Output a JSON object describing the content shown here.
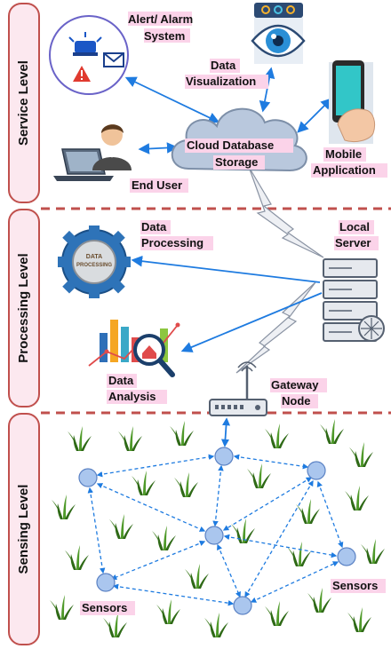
{
  "levels": {
    "service": "Service Level",
    "processing": "Processing Level",
    "sensing": "Sensing Level"
  },
  "labels": {
    "alert_line1": "Alert/ Alarm",
    "alert_line2": "System",
    "data_vis_line1": "Data",
    "data_vis_line2": "Visualization",
    "cloud_line1": "Cloud Database",
    "cloud_line2": "Storage",
    "mobile_line1": "Mobile",
    "mobile_line2": "Application",
    "end_user": "End User",
    "data_proc_line1": "Data",
    "data_proc_line2": "Processing",
    "local_server_line1": "Local",
    "local_server_line2": "Server",
    "data_analysis_line1": "Data",
    "data_analysis_line2": "Analysis",
    "gateway_line1": "Gateway",
    "gateway_line2": "Node",
    "sensors_left": "Sensors",
    "sensors_right": "Sensors",
    "gear_text_1": "DATA",
    "gear_text_2": "PROCESSING"
  },
  "colors": {
    "level_fill": "#fce8ef",
    "level_stroke": "#c0504d",
    "divider": "#c0504d",
    "label_highlight": "#fbd3e9",
    "arrow": "#1e7be0",
    "node_fill": "#aac6ee",
    "node_stroke": "#5b82c4",
    "grass": "#3e7d1f",
    "cloud": "#b9c8dd"
  },
  "icons": [
    "alarm-icon",
    "eye-icon",
    "cloud-icon",
    "phone-icon",
    "laptop-user-icon",
    "gear-icon",
    "server-icon",
    "chart-icon",
    "router-icon",
    "lightning-icon",
    "grass-icon"
  ]
}
